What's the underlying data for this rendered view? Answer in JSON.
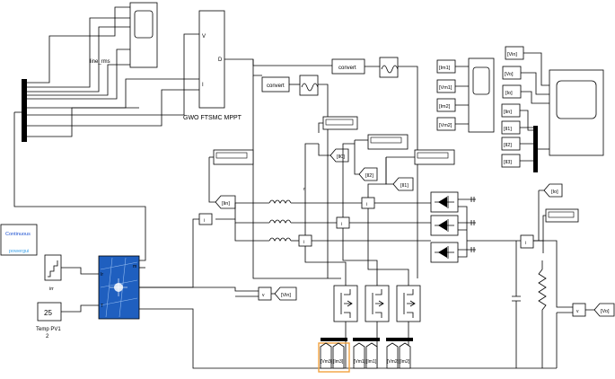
{
  "blocks": {
    "mppt_title": "GWO FTSMC MPPT",
    "mppt_port_v": "V",
    "mppt_port_i": "I",
    "mppt_port_d": "D",
    "line_rms": "line_rms",
    "convert": "convert",
    "continuous": "Continuous",
    "powergui": "powergui",
    "irr": "irr",
    "temp_value": "25",
    "temp_label": "Temp PV1",
    "temp_sub": "2",
    "pv_port_m": "m",
    "pv_port_ir": "Ir",
    "pv_port_t": "T",
    "arrow_small": "r"
  },
  "tags": {
    "iin": "[Iin]",
    "il0": "[Il0]",
    "il2": "[Il2]",
    "il1": "[Il1]",
    "vin": "[Vin]",
    "io": "[Io]",
    "vo": "[Vo]",
    "scope1": [
      "[Im1]",
      "[Vm1]",
      "[Im2]",
      "[Vm2]"
    ],
    "scope2_top": "[Vin]",
    "scope2": [
      "[Vo]",
      "[Io]",
      "[Iin]",
      "[Il1]",
      "[Il2]",
      "[Il3]"
    ],
    "mosfet_out": [
      "[Vm3]",
      "[Im3]",
      "[Vm1]",
      "[Im1]",
      "[Vm2]",
      "[Im2]"
    ]
  },
  "colors": {
    "wire": "#000000",
    "continuous_text": "#1a4fd0",
    "powergui_text": "#3aa0e8",
    "pv_blue": "#1f5fbf",
    "highlight": "#f2a340"
  }
}
